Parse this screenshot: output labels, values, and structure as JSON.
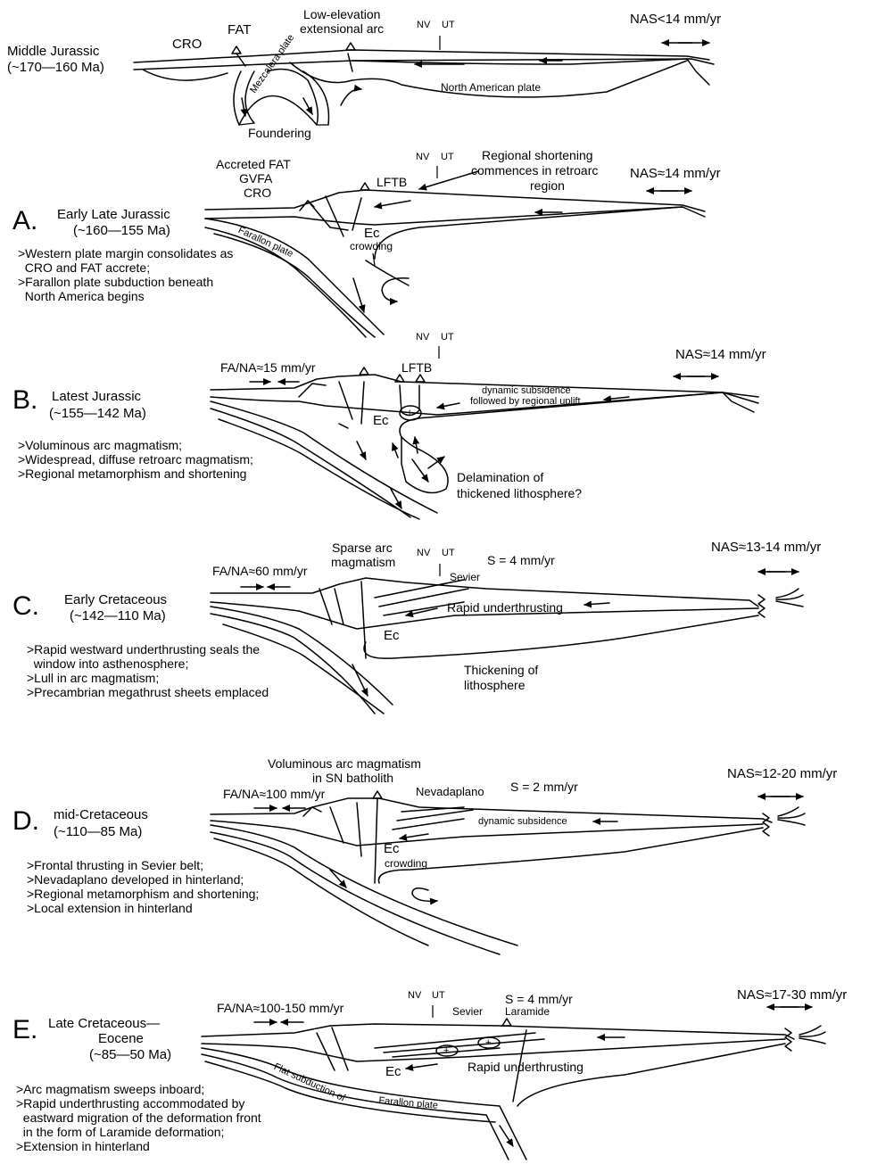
{
  "panels": {
    "mj": {
      "title": "Middle Jurassic",
      "age": "(~170—160 Ma)",
      "labels": {
        "cro": "CRO",
        "fat": "FAT",
        "arc1": "Low-elevation",
        "arc2": "extensional arc",
        "nv": "NV",
        "ut": "UT",
        "nas": "NAS<14 mm/yr",
        "plate": "North American plate",
        "mezcalera": "Mezcalera plate",
        "foundering": "Foundering"
      }
    },
    "a": {
      "letter": "A.",
      "title": "Early Late Jurassic",
      "age": "(~160—155 Ma)",
      "labels": {
        "accreted": "Accreted FAT",
        "gvfa": "GVFA",
        "cro": "CRO",
        "lftb": "LFTB",
        "nv": "NV",
        "ut": "UT",
        "regional1": "Regional shortening",
        "regional2": "commences in retroarc",
        "regional3": "region",
        "nas": "NAS≈14 mm/yr",
        "ec": "Ec",
        "crowding": "crowding",
        "farallon": "Farallon plate"
      },
      "notes": ">Western plate margin consolidates as\n  CRO and FAT accrete;\n>Farallon plate subduction beneath\n  North America begins"
    },
    "b": {
      "letter": "B.",
      "title": "Latest Jurassic",
      "age": "(~155—142 Ma)",
      "labels": {
        "fana": "FA/NA≈15 mm/yr",
        "nv": "NV",
        "ut": "UT",
        "lftb": "LFTB",
        "nas": "NAS≈14 mm/yr",
        "dyn1": "dynamic subsidence",
        "dyn2": "followed by regional uplift",
        "ec": "Ec",
        "plus": "+",
        "delam1": "Delamination of",
        "delam2": "thickened lithosphere?"
      },
      "notes": ">Voluminous arc magmatism;\n>Widespread, diffuse retroarc magmatism;\n>Regional metamorphism and shortening"
    },
    "c": {
      "letter": "C.",
      "title": "Early Cretaceous",
      "age": "(~142—110 Ma)",
      "labels": {
        "fana": "FA/NA≈60 mm/yr",
        "sparse1": "Sparse arc",
        "sparse2": "magmatism",
        "nv": "NV",
        "ut": "UT",
        "s": "S = 4 mm/yr",
        "sevier": "Sevier",
        "nas": "NAS≈13-14 mm/yr",
        "rapid": "Rapid underthrusting",
        "ec": "Ec",
        "thick1": "Thickening of",
        "thick2": "lithosphere"
      },
      "notes": ">Rapid westward underthrusting seals the\n  window into asthenosphere;\n>Lull in arc magmatism;\n>Precambrian megathrust sheets emplaced"
    },
    "d": {
      "letter": "D.",
      "title": "mid-Cretaceous",
      "age": "(~110—85 Ma)",
      "labels": {
        "vol1": "Voluminous arc magmatism",
        "vol2": "in SN batholith",
        "fana": "FA/NA≈100 mm/yr",
        "nevadaplano": "Nevadaplano",
        "s": "S = 2 mm/yr",
        "nas": "NAS≈12-20 mm/yr",
        "dyn": "dynamic subsidence",
        "ec": "Ec",
        "crowding": "crowding"
      },
      "notes": ">Frontal thrusting in Sevier belt;\n>Nevadaplano developed in hinterland;\n>Regional metamorphism and shortening;\n>Local extension in hinterland"
    },
    "e": {
      "letter": "E.",
      "title1": "Late Cretaceous—",
      "title2": "Eocene",
      "age": "(~85—50 Ma)",
      "labels": {
        "fana": "FA/NA≈100-150 mm/yr",
        "nv": "NV",
        "ut": "UT",
        "sevier": "Sevier",
        "s": "S = 4 mm/yr",
        "laramide": "Laramide",
        "nas": "NAS≈17-30 mm/yr",
        "ec": "Ec",
        "rapid": "Rapid underthrusting",
        "flat1": "Flat subduction of",
        "flat2": "Farallon plate",
        "plus": "+"
      },
      "notes": ">Arc magmatism sweeps inboard;\n>Rapid underthrusting accommodated by\n  eastward migration of the deformation front\n  in the form of Laramide deformation;\n>Extension in hinterland"
    }
  }
}
